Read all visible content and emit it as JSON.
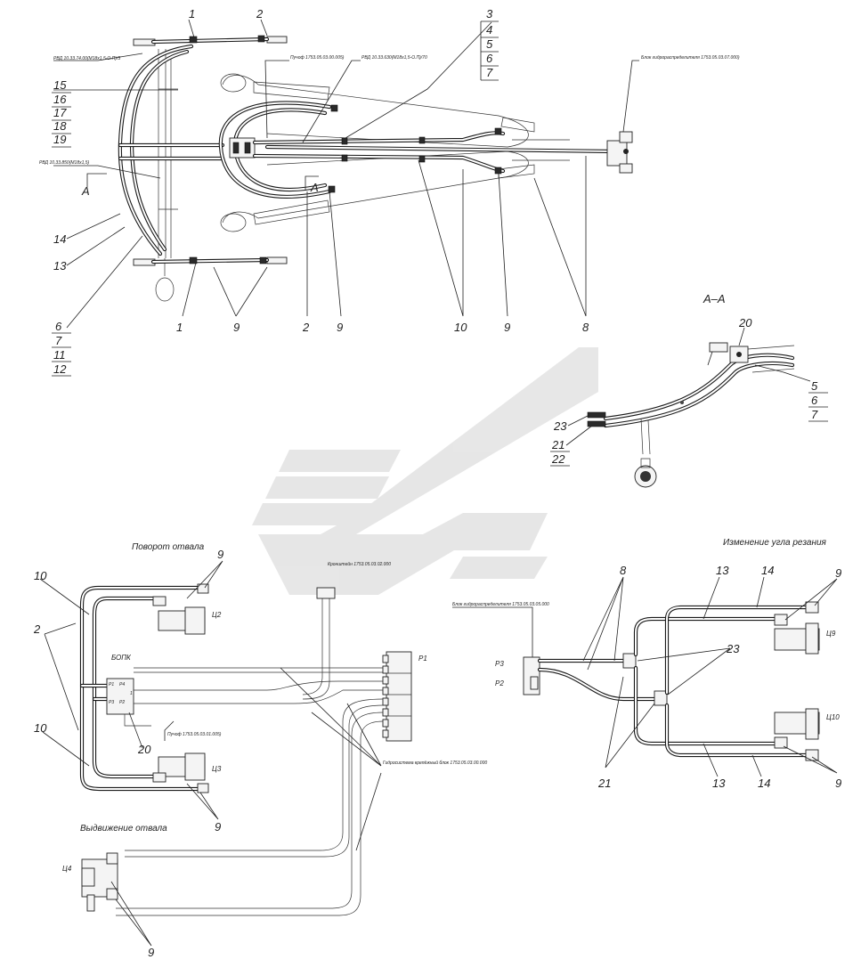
{
  "labels": {
    "l1": "1",
    "l2": "2",
    "l3": "3",
    "l4": "4",
    "l5": "5",
    "l6": "6",
    "l7": "7",
    "l8": "8",
    "l9": "9",
    "l10": "10",
    "l11": "11",
    "l12": "12",
    "l13": "13",
    "l14": "14",
    "l15": "15",
    "l16": "16",
    "l17": "17",
    "l18": "18",
    "l19": "19",
    "l20": "20",
    "l21": "21",
    "l22": "22",
    "l23": "23"
  },
  "captions": {
    "section_a": "A",
    "section_aa": "А–А",
    "blade_turn": "Поворот отвала",
    "blade_extend": "Выдвижение отвала",
    "cut_angle": "Изменение угла резания",
    "bopk": "БОПК",
    "p1": "Р1",
    "p2": "Р2",
    "p3": "Р3",
    "c2": "Ц2",
    "c3": "Ц3",
    "c4": "Ц4",
    "c9": "Ц9",
    "c10": "Ц10",
    "port_p1": "P1",
    "port_p2": "P2",
    "port_p3": "P3",
    "port_p4": "P4",
    "port_1": "1"
  },
  "notes": {
    "rvd_top_left": "РВД 10.33.74.00(М18х1,5-О.П)/3",
    "pucf_top": "Пучоф 1753.05.03.00.005)",
    "rvd_top_mid": "РВД 10.33.630(М18х1,5-О.П)/70",
    "block_top_right": "Блок гидрораспределителя 1753.05.03.07.000)",
    "rvd_left_mid": "РВД 10.33.850(М18х1,5)",
    "bracket_center": "Кронштейн 1753.05.03.02.000",
    "block_hydro_bottom": "Блок гидрораспределителя 1753.05.03.05.000",
    "pucf_bottom": "Пучоф 1753.05.03.01.005)",
    "hydrosystem_bottom": "Гидросистема крепёжный блок 1753.05.03.00.000"
  }
}
